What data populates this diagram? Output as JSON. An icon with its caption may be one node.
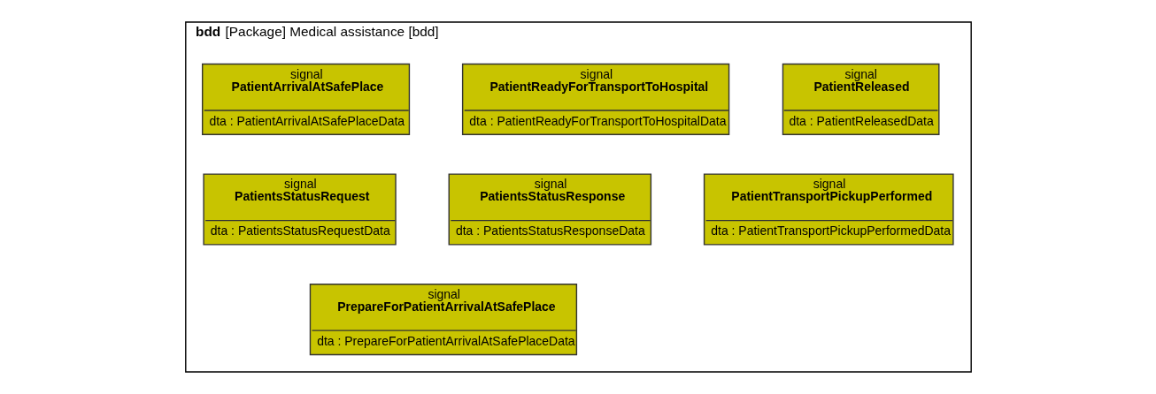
{
  "diagram": {
    "nodes": [
      {
        "text": [
          "**bdd** [Package] Medical assistance [bdd]"
        ]
      },
      {
        "text": [
          "signal",
          "PatientArrivalAtSafePlace",
          "dta : PatientArrivalAtSafePlaceData"
        ],
        "in": 0
      },
      {
        "text": [
          "signal",
          "PatientReadyForTransportToHospital",
          "dta : PatientReadyForTransportToHospitalData"
        ],
        "in": 0
      },
      {
        "text": [
          "signal",
          "PatientReleased",
          "dta : PatientReleasedData"
        ],
        "in": 0
      },
      {
        "text": [
          "signal",
          "PatientsStatusRequest",
          "dta : PatientsStatusRequestData"
        ],
        "in": 0
      },
      {
        "text": [
          "signal",
          "PatientsStatusResponse",
          "dta : PatientsStatusResponseData"
        ],
        "in": 0
      },
      {
        "text": [
          "signal",
          "PatientTransportPickupPerformed",
          "dta : PatientTransportPickupPerformedData"
        ],
        "in": 0
      },
      {
        "text": [
          "signal",
          "PrepareForPatientArrivalAtSafePlace",
          "dta : PrepareForPatientArrivalAtSafePlaceData"
        ],
        "in": 0
      }
    ],
    "edges": []
  }
}
